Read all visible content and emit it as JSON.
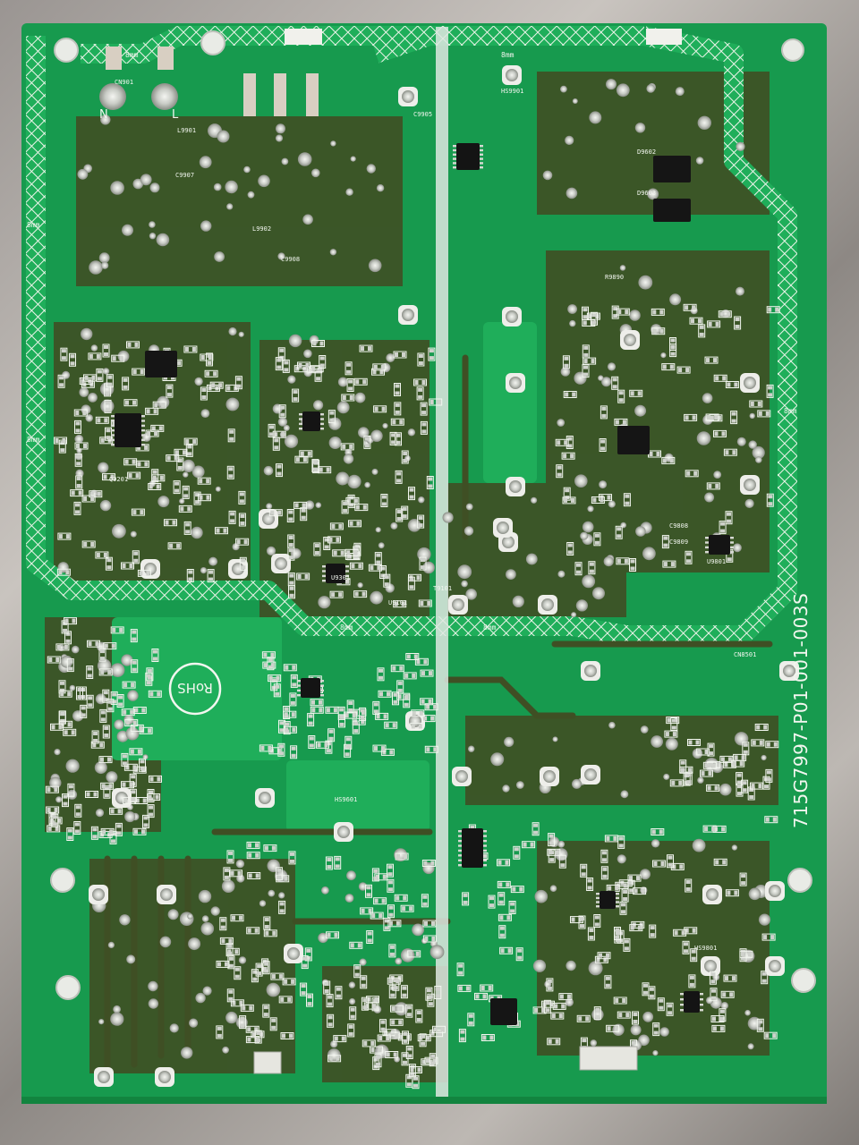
{
  "board": {
    "part_number": "715G7997-P01-001-003S",
    "rohs_mark": "RoHS",
    "input_labels": {
      "neutral": "N",
      "line": "L"
    }
  },
  "silkscreen": {
    "clearance_tag": "8mm",
    "designators": [
      "CN901",
      "L9901",
      "L9902",
      "C9905",
      "C9907",
      "C9908",
      "T9101",
      "U9101",
      "HS9901",
      "HS9601",
      "HS9801",
      "U9301",
      "Q9201",
      "D9602",
      "D9603",
      "U9801",
      "C9808",
      "C9809",
      "R9890",
      "CN8501"
    ]
  },
  "colors": {
    "mask": "#179a4e",
    "mask_light": "#1fae5a",
    "copper_trace": "#3f4f24",
    "silkscreen": "#f2f6ef",
    "solder": "#c9ccc6",
    "ic_body": "#141414",
    "background": "#a9a49f"
  }
}
